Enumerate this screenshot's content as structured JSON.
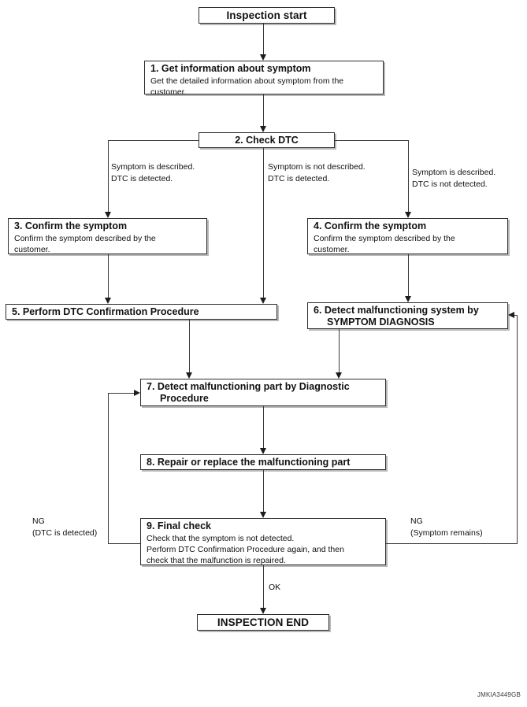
{
  "diagram": {
    "nodes": {
      "start": {
        "label": "Inspection start"
      },
      "step1": {
        "title": "1. Get information about symptom",
        "body": "Get the detailed information about symptom from the\ncustomer."
      },
      "step2": {
        "title": "2. Check DTC"
      },
      "step3": {
        "title": "3. Confirm the symptom",
        "body": "Confirm the symptom described by the\ncustomer."
      },
      "step4": {
        "title": "4. Confirm the symptom",
        "body": "Confirm the symptom described by the\ncustomer."
      },
      "step5": {
        "title": "5. Perform DTC Confirmation Procedure"
      },
      "step6": {
        "title": "6. Detect malfunctioning system by\nSYMPTOM DIAGNOSIS"
      },
      "step7": {
        "title": "7. Detect malfunctioning part by Diagnostic\nProcedure"
      },
      "step8": {
        "title": "8. Repair or replace the malfunctioning part"
      },
      "step9": {
        "title": "9. Final check",
        "body": "Check that the symptom is not detected.\nPerform DTC Confirmation Procedure again, and then\ncheck that the malfunction is repaired."
      },
      "end": {
        "label": "INSPECTION END"
      }
    },
    "labels": {
      "branch_left": "Symptom is described.\nDTC is detected.",
      "branch_mid": "Symptom is not described.\nDTC is detected.",
      "branch_right": "Symptom is described.\nDTC is not detected.",
      "ng_left": "NG\n(DTC is detected)",
      "ng_right": "NG\n(Symptom remains)",
      "ok": "OK"
    },
    "watermark": "JMKIA3449GB",
    "colors": {
      "background": "#ffffff",
      "border": "#2e2e2e",
      "line": "#3a3a3a",
      "text": "#111111",
      "shadow": "#999999"
    }
  }
}
